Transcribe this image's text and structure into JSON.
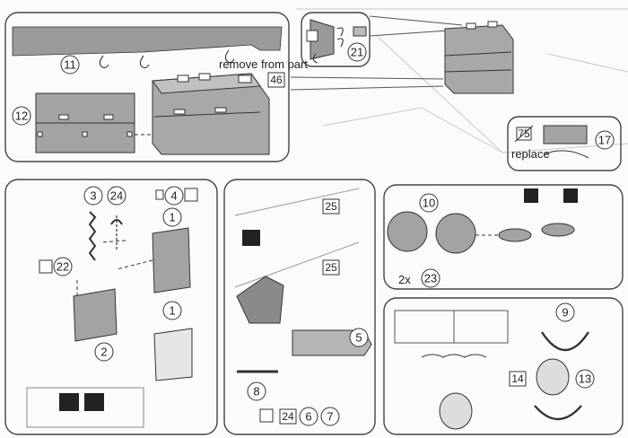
{
  "panels": {
    "top_left": {
      "steps": [
        "11",
        "12"
      ],
      "remove_text": "remove from part",
      "part_ref": "46"
    },
    "top_right": {
      "step": "21",
      "replace_step": "17",
      "replace_part": "75",
      "replace_text": "replace"
    },
    "bottom_left": {
      "circled": [
        "3",
        "24",
        "4",
        "22",
        "1",
        "2",
        "1"
      ]
    },
    "bottom_middle": {
      "parts_boxed": [
        "25",
        "25"
      ],
      "circled": [
        "5",
        "8",
        "6",
        "7"
      ],
      "boxed": "24"
    },
    "right_middle": {
      "circled": [
        "10",
        "23"
      ],
      "multiplier": "2x"
    },
    "bottom_right": {
      "circled": [
        "9",
        "13"
      ],
      "boxed": "14"
    }
  }
}
